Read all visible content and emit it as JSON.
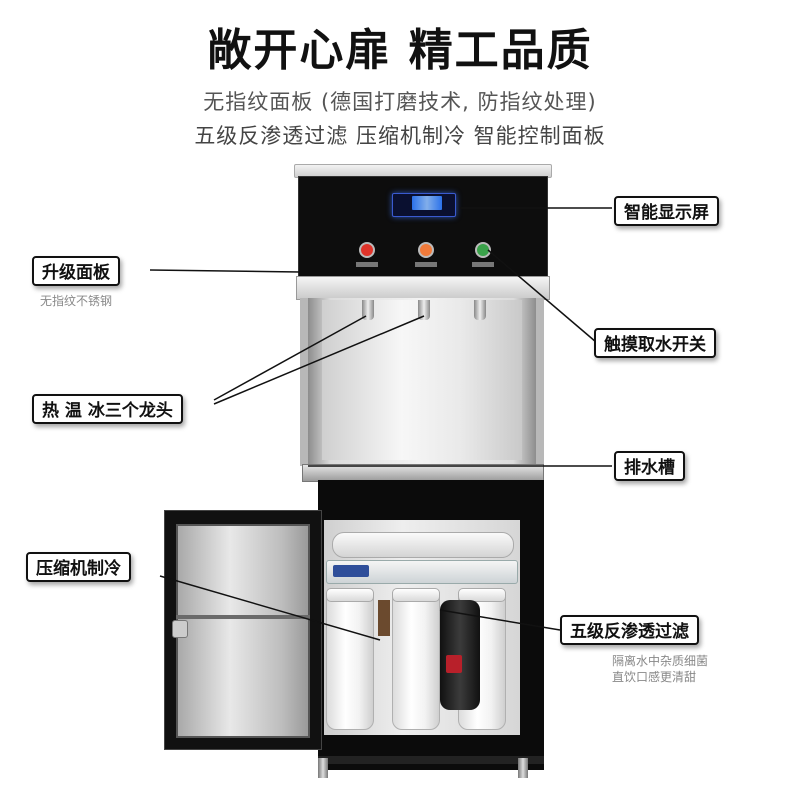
{
  "header": {
    "headline": "敞开心扉 精工品质",
    "subtitle_1": "无指纹面板 (德国打磨技术, 防指纹处理)",
    "subtitle_2": "五级反渗透过滤  压缩机制冷 智能控制面板"
  },
  "callouts": {
    "smart_display": "智能显示屏",
    "upgrade_panel": "升级面板",
    "upgrade_panel_note": "无指纹不锈钢",
    "touch_switch": "触摸取水开关",
    "three_taps": "热 温 冰三个龙头",
    "drain": "排水槽",
    "compressor": "压缩机制冷",
    "five_stage": "五级反渗透过滤",
    "five_stage_note_1": "隔离水中杂质细菌",
    "five_stage_note_2": "直饮口感更清甜"
  },
  "machine": {
    "button_colors": {
      "hot": "#e0342a",
      "warm": "#f07a3a",
      "cold": "#3aa24a"
    },
    "display_color": "#2f7cff"
  }
}
